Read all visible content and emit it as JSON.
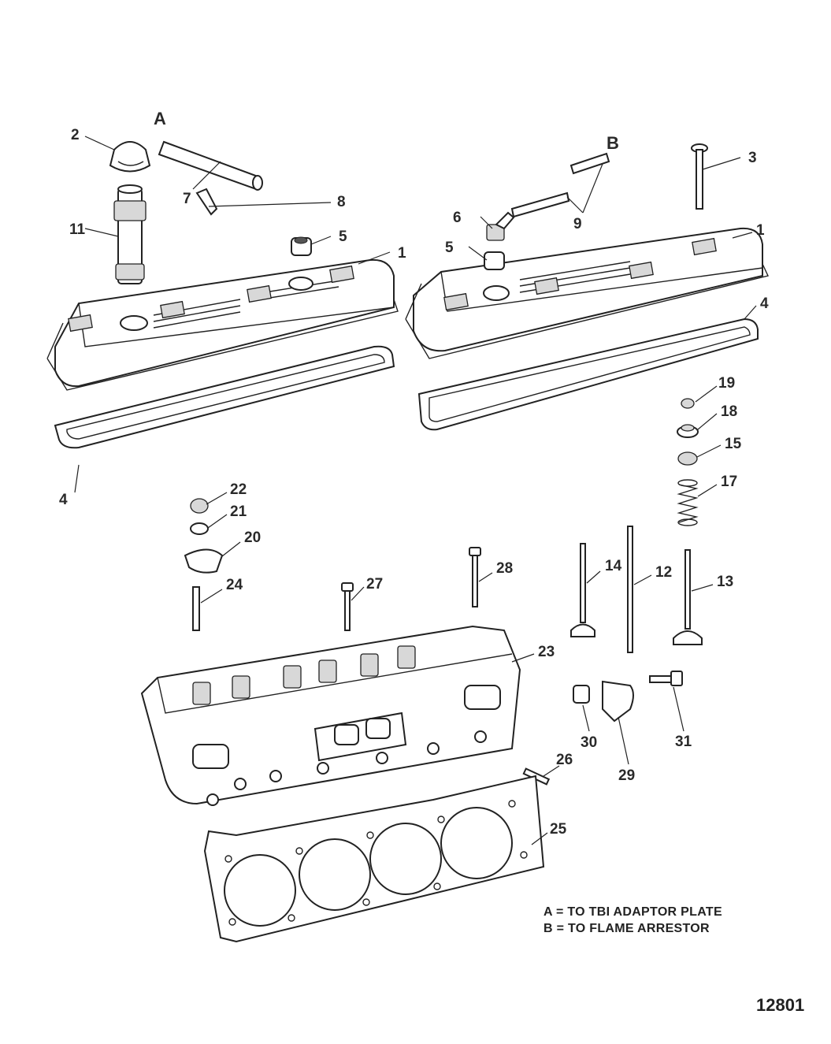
{
  "figure_number": "12801",
  "callout_labels": [
    "1",
    "2",
    "3",
    "4",
    "5",
    "6",
    "7",
    "8",
    "9",
    "11",
    "12",
    "13",
    "14",
    "15",
    "17",
    "18",
    "19",
    "20",
    "21",
    "22",
    "23",
    "24",
    "25",
    "26",
    "27",
    "28",
    "29",
    "30",
    "31"
  ],
  "view_letters": {
    "a": "A",
    "b": "B"
  },
  "legend": {
    "a": "A = TO TBI ADAPTOR PLATE",
    "b": "B = TO FLAME ARRESTOR"
  }
}
